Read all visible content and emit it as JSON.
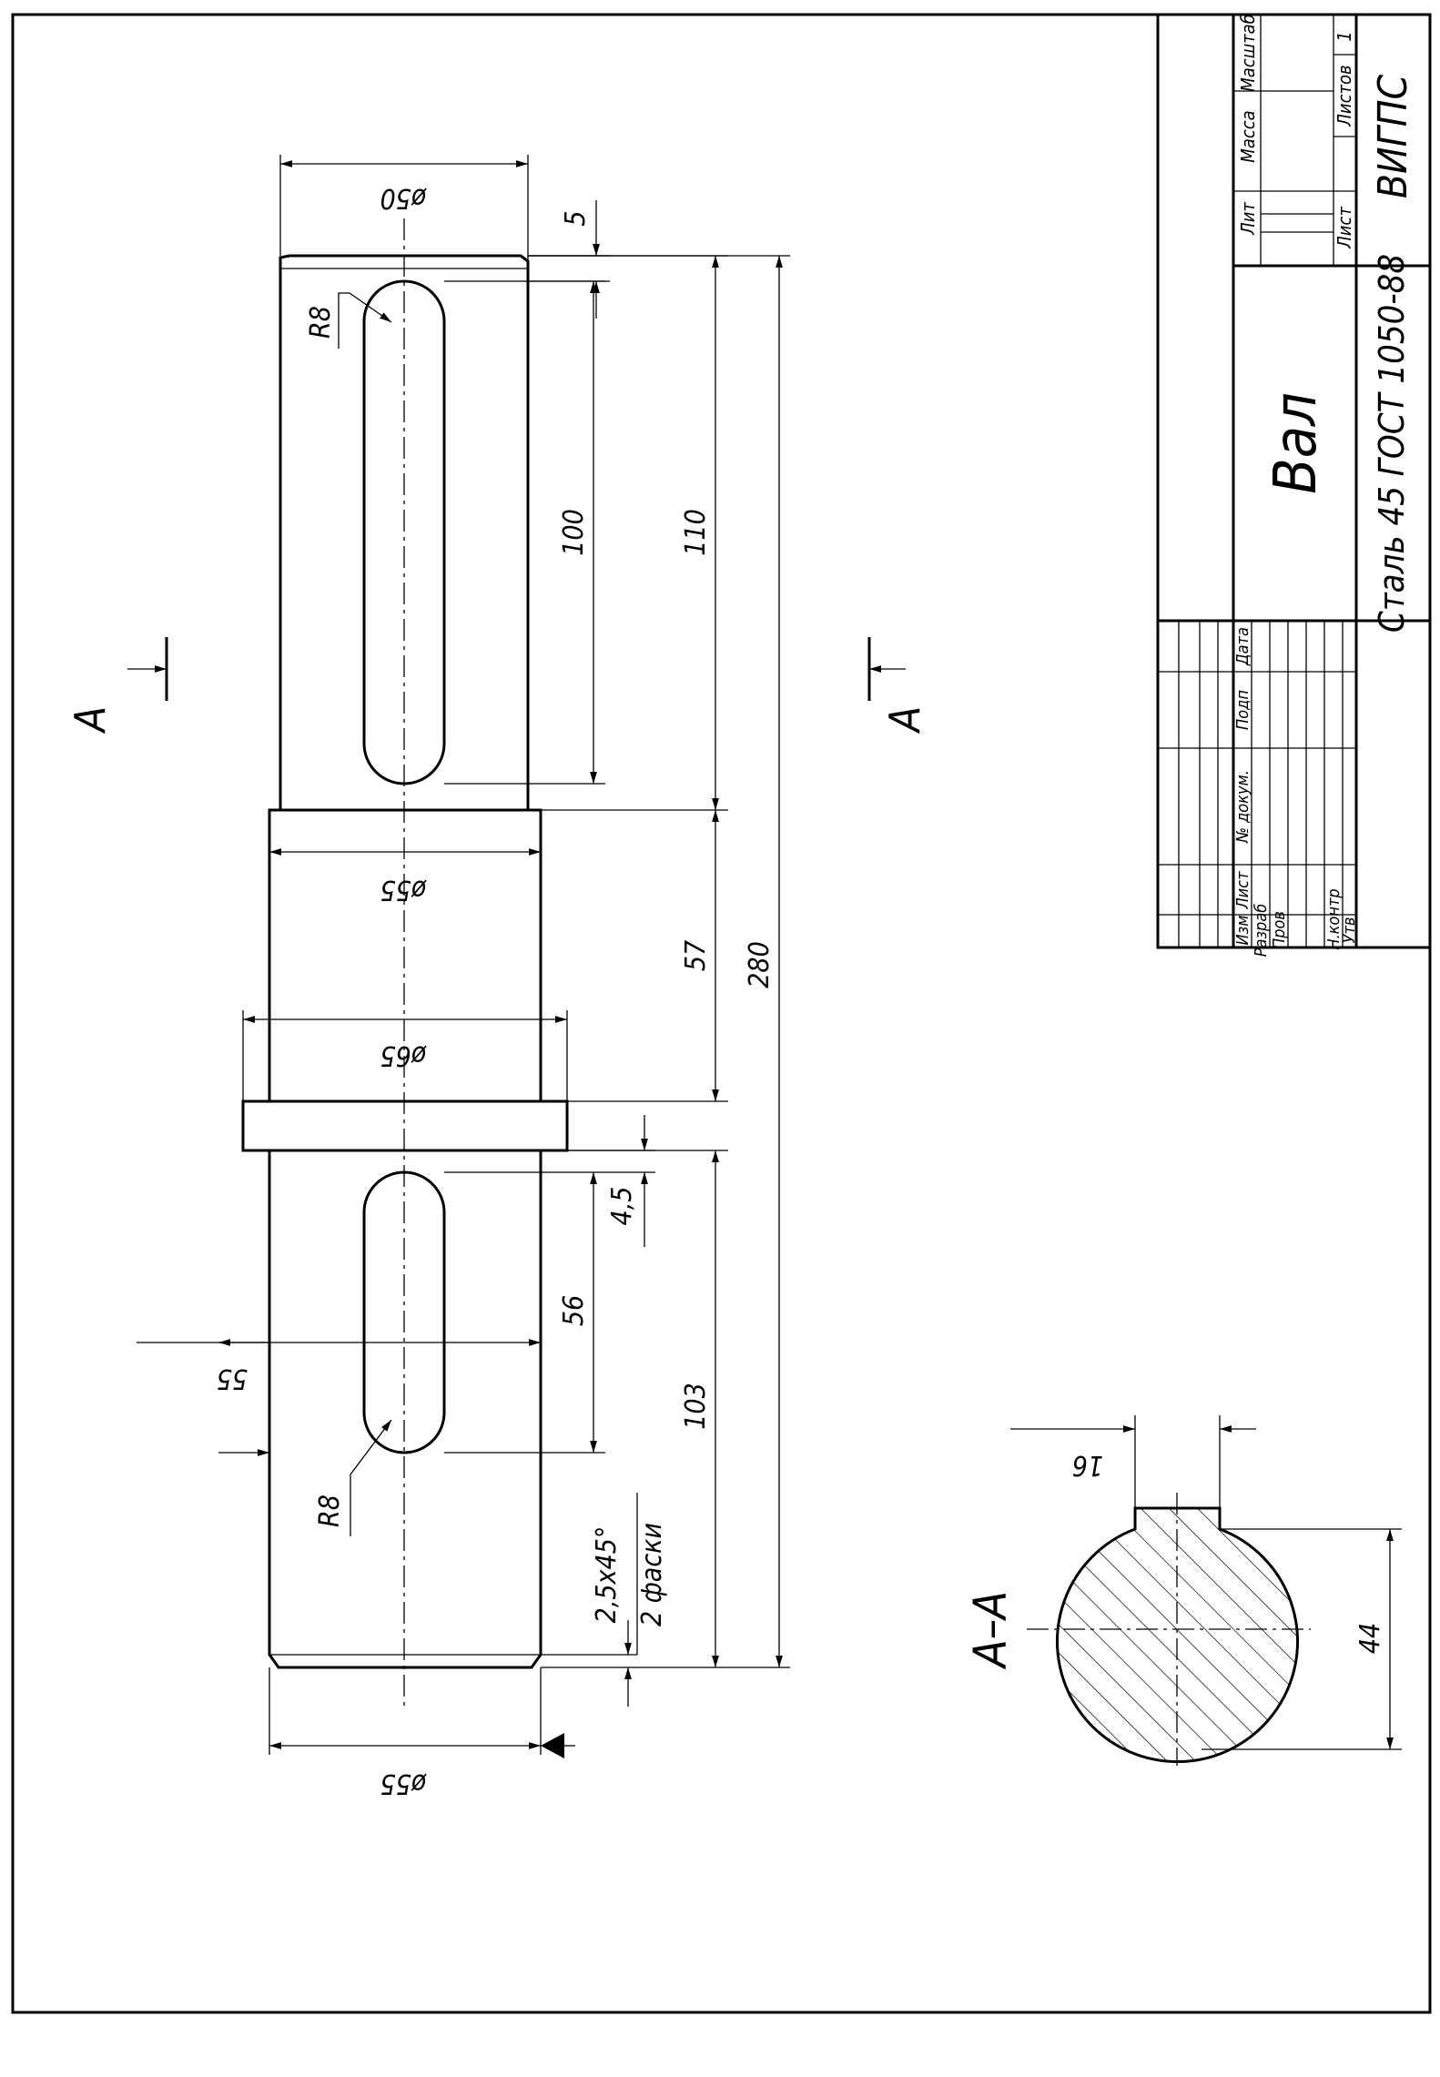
{
  "drawing": {
    "section_mark_left": "A",
    "section_mark_right": "A",
    "section_title": "A–A"
  },
  "dims": {
    "d_top": "ø50",
    "d_mid": "ø55",
    "d_collar": "ø65",
    "d_bottom_label": "55",
    "d_bottom": "ø55",
    "chamfer_top": "5",
    "r_top": "R8",
    "r_bottom": "R8",
    "key_top_len": "100",
    "len_110": "110",
    "len_57": "57",
    "len_280": "280",
    "len_4_5": "4,5",
    "key_bottom_len": "56",
    "len_103": "103",
    "chamfer_note_1": "2,5x45°",
    "chamfer_note_2": "2 фаски",
    "section_key_width": "16",
    "section_depth": "44"
  },
  "title_block": {
    "part_name": "Вал",
    "material": "Сталь 45 ГОСТ 1050-88",
    "org": "ВИГПС",
    "col_lit": "Лит",
    "col_mass": "Масса",
    "col_scale": "Масштаб",
    "sheet_label": "Лист",
    "sheets_label": "Листов",
    "sheets_count": "1",
    "h_izm": "Изм",
    "h_list": "Лист",
    "h_doc": "№ докум.",
    "h_sign": "Подп",
    "h_date": "Дата",
    "r_razrab": "Разраб",
    "r_prov": "Пров",
    "r_nkontr": "Н.контр",
    "r_utv": "Утв"
  }
}
